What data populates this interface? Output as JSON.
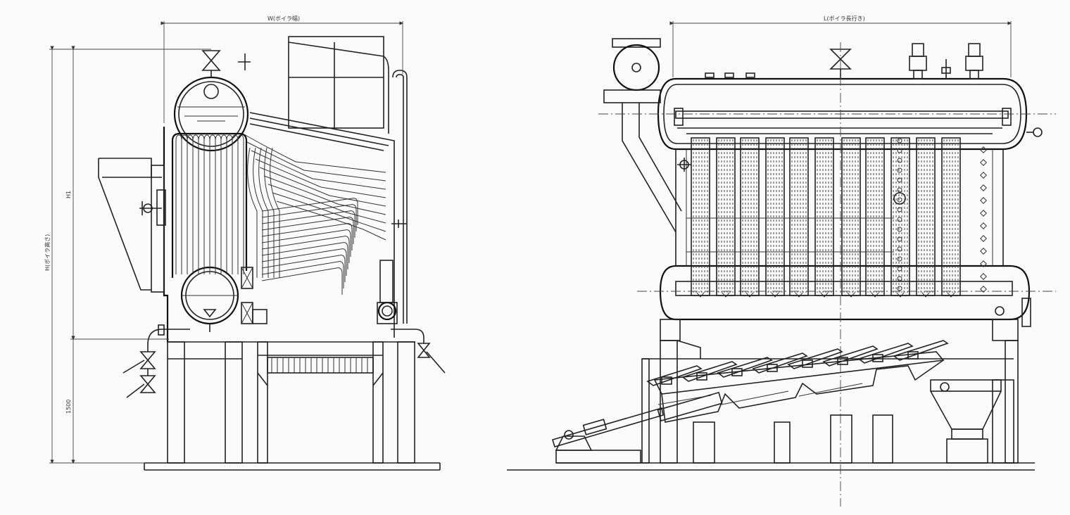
{
  "dimensions": {
    "width_label": "W(ボイラ幅)",
    "length_label": "L(ボイラ長行き)",
    "height_label": "H(ボイラ高さ)",
    "h1_label": "H1",
    "base_height_label": "1500"
  },
  "colors": {
    "background": "#fbfbfb",
    "line": "#222222"
  }
}
